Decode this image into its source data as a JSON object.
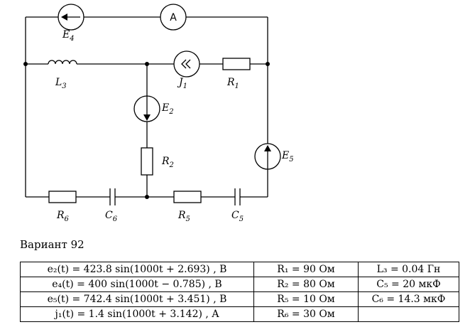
{
  "labels": {
    "E4": {
      "letter": "E",
      "sub": "4"
    },
    "ammeter": "A",
    "L3": {
      "letter": "L",
      "sub": "3"
    },
    "J1": {
      "letter": "J",
      "sub": "1"
    },
    "R1": {
      "letter": "R",
      "sub": "1"
    },
    "E2": {
      "letter": "E",
      "sub": "2"
    },
    "R2": {
      "letter": "R",
      "sub": "2"
    },
    "E5": {
      "letter": "E",
      "sub": "5"
    },
    "R6": {
      "letter": "R",
      "sub": "6"
    },
    "C6": {
      "letter": "C",
      "sub": "6"
    },
    "R5": {
      "letter": "R",
      "sub": "5"
    },
    "C5": {
      "letter": "C",
      "sub": "5"
    }
  },
  "variant": "Вариант 92",
  "table": [
    [
      "e₂(t) = 423.8 sin(1000t + 2.693) , B",
      "R₁ = 90 Ом",
      "L₃ = 0.04 Гн"
    ],
    [
      "e₄(t) = 400 sin(1000t − 0.785) , B",
      "R₂ = 80 Ом",
      "C₅ = 20 мкФ"
    ],
    [
      "e₅(t) = 742.4 sin(1000t + 3.451) , B",
      "R₅ = 10 Ом",
      "C₆ = 14.3 мкФ"
    ],
    [
      "j₁(t) = 1.4 sin(1000t + 3.142) , A",
      "R₆ = 30 Ом",
      ""
    ]
  ]
}
